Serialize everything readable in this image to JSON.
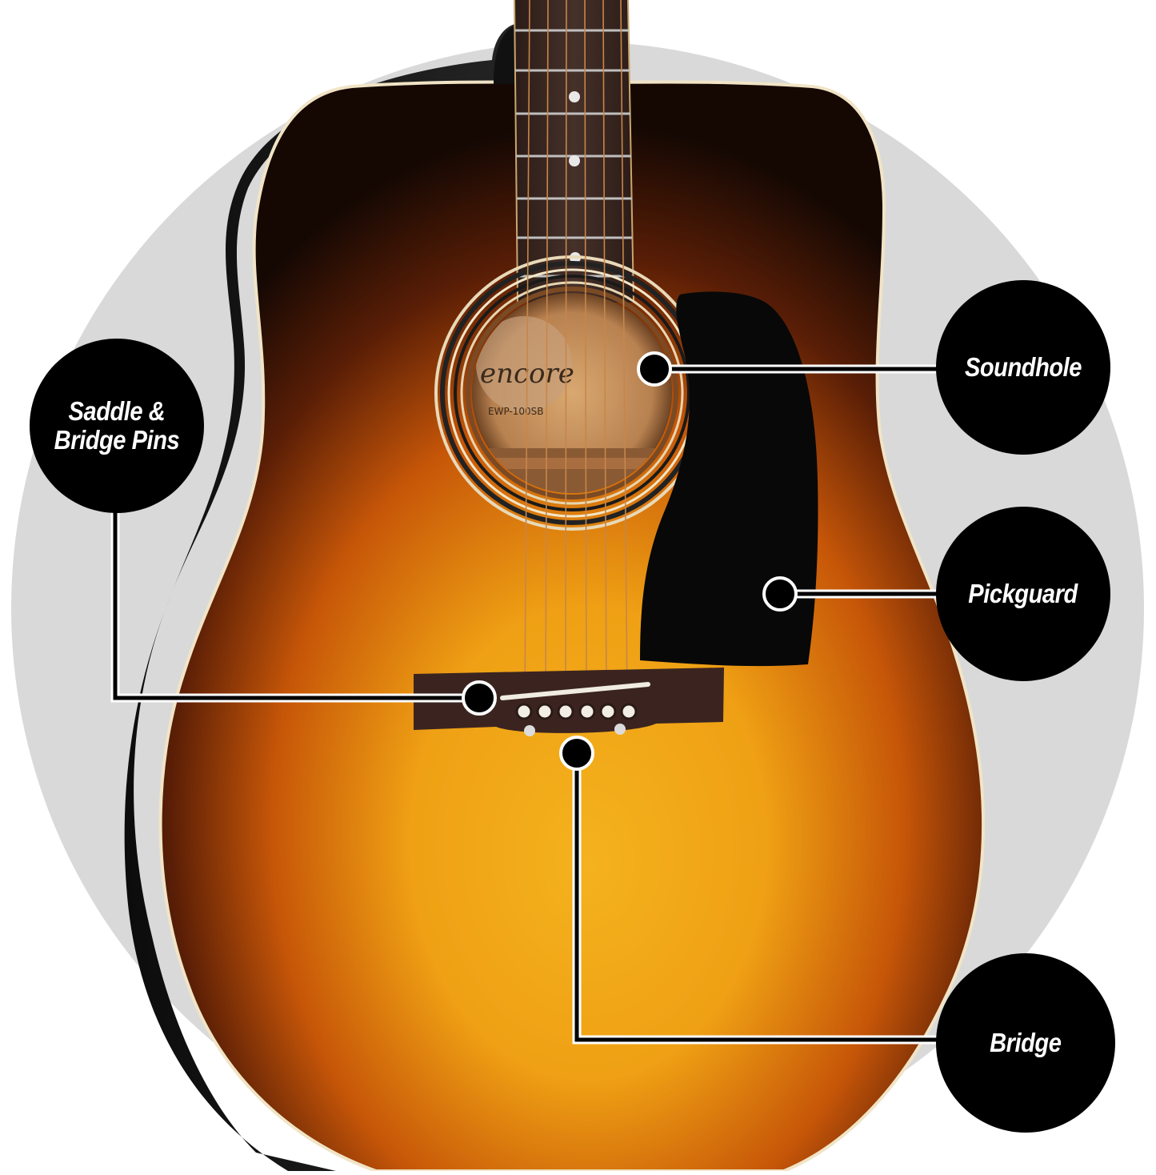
{
  "labels": {
    "soundhole": "Soundhole",
    "pickguard": "Pickguard",
    "saddle_bridge_pins": "Saddle &\nBridge Pins",
    "bridge": "Bridge"
  },
  "label_plate": {
    "brand": "encore",
    "model": "EWP-100SB"
  },
  "colors": {
    "backdrop_circle": "#d9d9d9",
    "callout_fill": "#000000",
    "callout_text": "#ffffff",
    "sunburst_center": "#f2a818",
    "sunburst_mid": "#c85a0a",
    "sunburst_edge": "#1a0a04",
    "pickguard": "#080808",
    "fretboard": "#3a2620",
    "bridge_wood": "#3b2420"
  },
  "icons": {
    "guitar": "acoustic-guitar-illustration",
    "pointer": "leader-dot"
  }
}
